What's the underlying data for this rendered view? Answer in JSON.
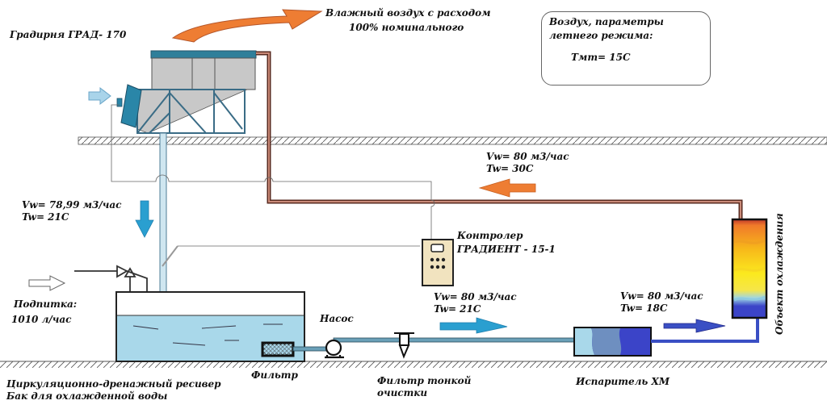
{
  "diagram": {
    "title": "Градирня ГРАД-  170",
    "exhaust_air": {
      "line1": "Влажный воздух с  расходом",
      "line2": "100% номинального"
    },
    "air_params": {
      "line1": "Воздух, параметры",
      "line2": "летнего режима:",
      "line3": "Тмт= 15С"
    },
    "return_flow": {
      "vw": "Vw=    80  м3/час",
      "tw": "Tw= 30C"
    },
    "tower_outflow": {
      "vw": "Vw=  78,99   м3/час",
      "tw": "Tw=   21C"
    },
    "controller": {
      "line1": "Контролер",
      "line2": "ГРАДИЕНТ -  15-1"
    },
    "pump_flow": {
      "vw": "Vw=  80  м3/час",
      "tw": "Tw=   21C"
    },
    "evaporator_flow": {
      "vw": "Vw=   80  м3/час",
      "tw": "Tw=  18C"
    },
    "makeup": {
      "line1": "Подпитка:",
      "line2": "1010  л/час"
    },
    "labels": {
      "pump": "Насос",
      "filter": "Фильтр",
      "fine_filter_1": "Фильтр тонкой",
      "fine_filter_2": "очистки",
      "evaporator": "Испаритель ХМ",
      "tank_1": "Циркуляционно-дренажный ресивер",
      "tank_2": "Бак для охлажденной воды",
      "cooling_object": "Объект охлаждения"
    },
    "colors": {
      "hot_pipe": "#7a3b2e",
      "cold_pipe": "#3a4fc4",
      "water": "#a9d8ea",
      "tower_body": "#c8c8c8",
      "tower_frame": "#2f6f8a",
      "orange_arrow": "#ee7d33",
      "blue_arrow": "#2a9fd0",
      "controller_body": "#f1e3bf"
    }
  }
}
